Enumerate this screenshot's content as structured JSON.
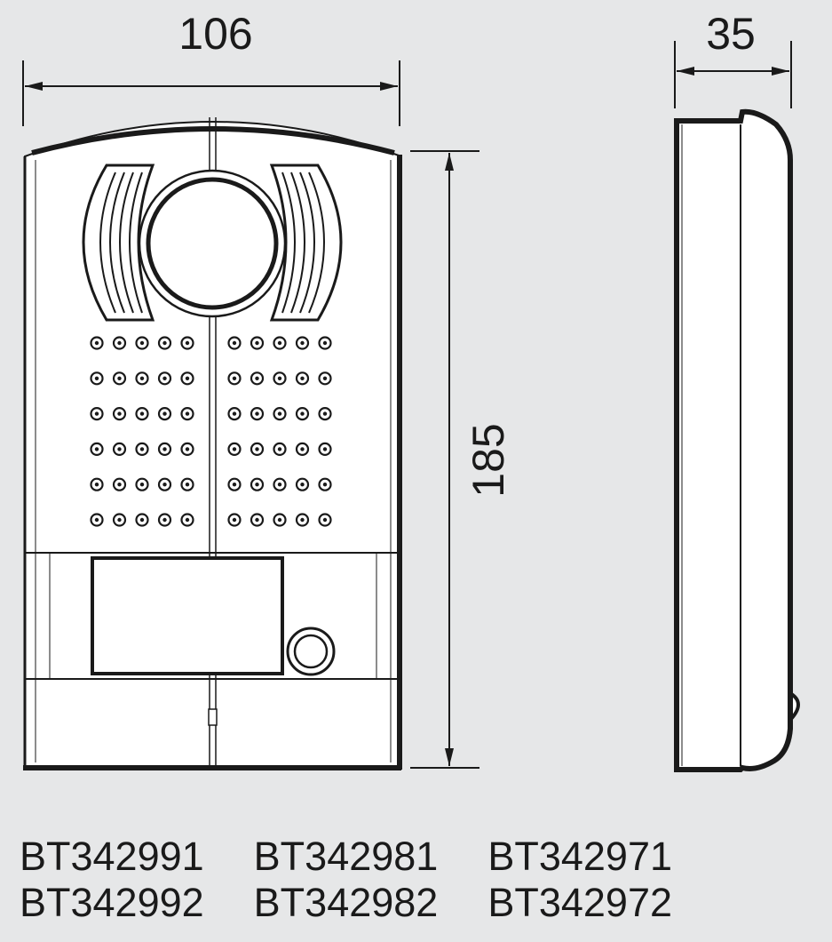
{
  "dimensions": {
    "width": "106",
    "height": "185",
    "depth": "35"
  },
  "product_codes": [
    [
      "BT342991",
      "BT342992"
    ],
    [
      "BT342981",
      "BT342982"
    ],
    [
      "BT342971",
      "BT342972"
    ]
  ],
  "speaker_grille": {
    "rows": 6,
    "holes_per_side": 5
  },
  "colors": {
    "background": "#e6e7e8",
    "line": "#1a1a1a",
    "device": "#ffffff"
  }
}
